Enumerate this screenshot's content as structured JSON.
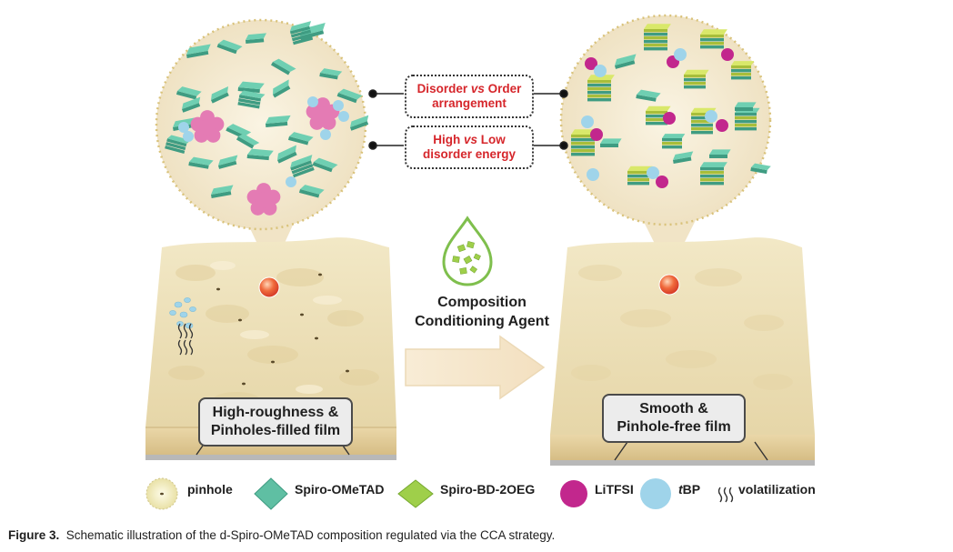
{
  "callouts": {
    "top": {
      "word1": "Disorder",
      "vs": "vs",
      "word2": "Order",
      "line2": "arrangement"
    },
    "bottom": {
      "word1": "High",
      "vs": "vs",
      "word2": "Low",
      "line2": "disorder energy"
    }
  },
  "center": {
    "line1": "Composition",
    "line2": "Conditioning Agent"
  },
  "left_film": {
    "line1": "High-roughness &",
    "line2": "Pinholes-filled film"
  },
  "right_film": {
    "line1": "Smooth &",
    "line2": "Pinhole-free film"
  },
  "legend": {
    "pinhole": "pinhole",
    "spiro_ometad": "Spiro-OMeTAD",
    "spiro_bd": "Spiro-BD-2OEG",
    "litfsi": "LiTFSI",
    "tbp_italic": "t",
    "tbp_rest": "BP",
    "volatilization": "volatilization"
  },
  "caption": {
    "label": "Figure 3.",
    "text": "Schematic illustration of the d-Spiro-OMeTAD composition regulated via the CCA strategy."
  },
  "colors": {
    "spiro_ometad": "#5fbfa3",
    "spiro_bd": "#9fcf4a",
    "litfsi": "#c2278d",
    "tbp": "#9fd4ea",
    "pink_cluster": "#e47bb4",
    "film_top": "#efe3bd",
    "label_red": "#d6262b"
  }
}
